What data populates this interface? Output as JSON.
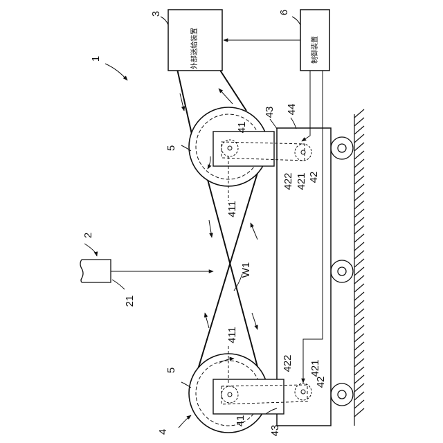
{
  "boxes": {
    "external_feeder": "外部送給装置",
    "controller": "制御装置"
  },
  "labels": {
    "system": "1",
    "sensor": "2",
    "feeder_ref": "3",
    "machine": "4",
    "pulley_top": "5",
    "pulley_bottom": "5",
    "controller_ref": "6",
    "sensor_head": "21",
    "pin_top": "41",
    "pin_bottom": "41",
    "pivot_top": "42",
    "pivot_bottom": "42",
    "arm_top": "411",
    "arm_bottom": "411",
    "sub_421_top": "421",
    "sub_421_bottom": "421",
    "sub_422_top": "422",
    "sub_422_bottom": "422",
    "mount_top": "43",
    "mount_bottom": "43",
    "carriage": "44",
    "wire": "W1"
  },
  "colors": {
    "line": "#111111",
    "background": "#ffffff"
  }
}
